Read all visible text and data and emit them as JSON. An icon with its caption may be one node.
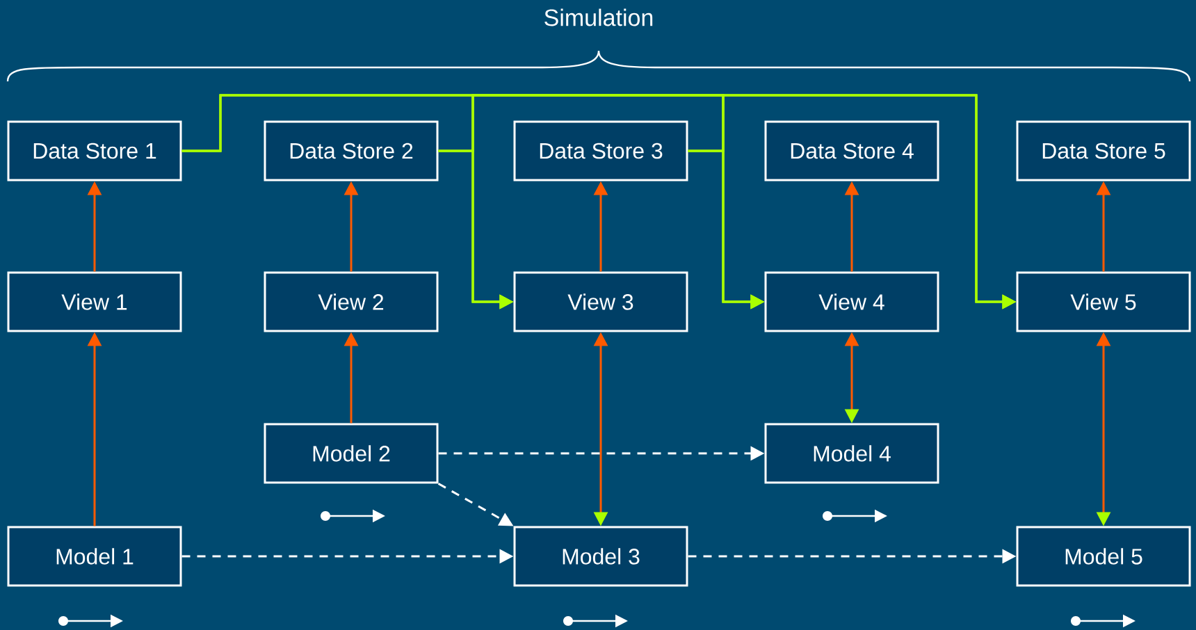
{
  "diagram": {
    "title": "Simulation",
    "nodes": [
      {
        "text": [
          "Data Store 1"
        ]
      },
      {
        "text": [
          "Data Store 2"
        ]
      },
      {
        "text": [
          "Data Store 3"
        ]
      },
      {
        "text": [
          "Data Store 4"
        ]
      },
      {
        "text": [
          "Data Store 5"
        ]
      },
      {
        "text": [
          "View 1"
        ]
      },
      {
        "text": [
          "View 2"
        ]
      },
      {
        "text": [
          "View 3"
        ]
      },
      {
        "text": [
          "View 4"
        ]
      },
      {
        "text": [
          "View 5"
        ]
      },
      {
        "text": [
          "Model 1"
        ]
      },
      {
        "text": [
          "Model 2"
        ]
      },
      {
        "text": [
          "Model 3"
        ]
      },
      {
        "text": [
          "Model 4"
        ]
      },
      {
        "text": [
          "Model 5"
        ]
      }
    ],
    "edges": [
      {
        "from": 5,
        "to": 0,
        "arrow": "to"
      },
      {
        "from": 6,
        "to": 1,
        "arrow": "to"
      },
      {
        "from": 7,
        "to": 2,
        "arrow": "to"
      },
      {
        "from": 8,
        "to": 3,
        "arrow": "to"
      },
      {
        "from": 9,
        "to": 4,
        "arrow": "to"
      },
      {
        "from": 10,
        "to": 5,
        "arrow": "to"
      },
      {
        "from": 11,
        "to": 6,
        "arrow": "to"
      },
      {
        "from": 7,
        "to": 12,
        "arrow": "both"
      },
      {
        "from": 8,
        "to": 13,
        "arrow": "both"
      },
      {
        "from": 9,
        "to": 14,
        "arrow": "both"
      },
      {
        "from": 0,
        "to": 7,
        "arrow": "to",
        "color": "#aaff00"
      },
      {
        "from": 0,
        "to": 8,
        "arrow": "to",
        "color": "#aaff00"
      },
      {
        "from": 0,
        "to": 9,
        "arrow": "to",
        "color": "#aaff00"
      },
      {
        "from": 1,
        "to": 7,
        "arrow": "to",
        "color": "#aaff00"
      },
      {
        "from": 1,
        "to": 8,
        "arrow": "to",
        "color": "#aaff00"
      },
      {
        "from": 1,
        "to": 9,
        "arrow": "to",
        "color": "#aaff00"
      },
      {
        "from": 2,
        "to": 7,
        "arrow": "to",
        "color": "#aaff00"
      },
      {
        "from": 2,
        "to": 8,
        "arrow": "to",
        "color": "#aaff00"
      },
      {
        "from": 2,
        "to": 9,
        "arrow": "to",
        "color": "#aaff00"
      },
      {
        "from": 10,
        "to": 12,
        "arrow": "to",
        "style": "dashed",
        "color": "#ffffff"
      },
      {
        "from": 11,
        "to": 13,
        "arrow": "to",
        "style": "dashed",
        "color": "#ffffff"
      },
      {
        "from": 11,
        "to": 12,
        "arrow": "to",
        "style": "dashed",
        "color": "#ffffff"
      },
      {
        "from": 12,
        "to": 14,
        "arrow": "to",
        "style": "dashed",
        "color": "#ffffff"
      }
    ]
  }
}
